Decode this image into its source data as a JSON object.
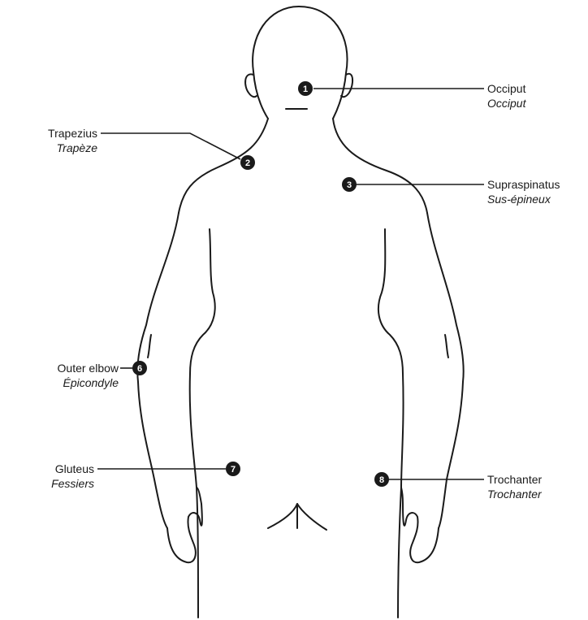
{
  "points": [
    {
      "num": "1",
      "en": "Occiput",
      "fr": "Occiput"
    },
    {
      "num": "2",
      "en": "Trapezius",
      "fr": "Trapèze"
    },
    {
      "num": "3",
      "en": "Supraspinatus",
      "fr": "Sus-épineux"
    },
    {
      "num": "6",
      "en": "Outer elbow",
      "fr": "Épicondyle"
    },
    {
      "num": "7",
      "en": "Gluteus",
      "fr": "Fessiers"
    },
    {
      "num": "8",
      "en": "Trochanter",
      "fr": "Trochanter"
    }
  ]
}
